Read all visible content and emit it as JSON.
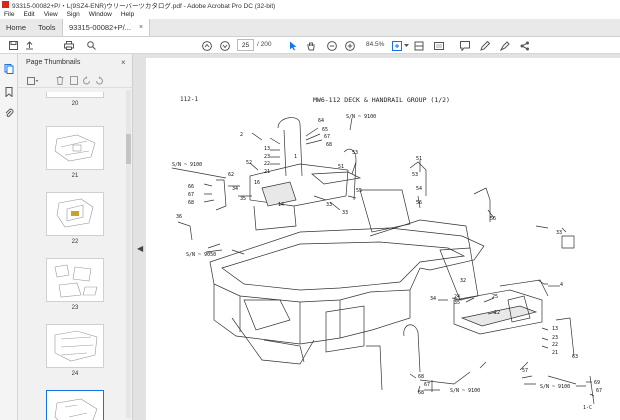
{
  "window": {
    "title": "93315-00082+P/・L(9SZ4-ENR)ウリーバーツカタログ.pdf - Adobe Acrobat Pro DC (32-bit)"
  },
  "menu": [
    "File",
    "Edit",
    "View",
    "Sign",
    "Window",
    "Help"
  ],
  "tabs": {
    "home": "Home",
    "tools": "Tools",
    "document": "93315-00082+P/...",
    "close": "×"
  },
  "toolbar": {
    "page_current": "25",
    "page_total": "/ 200",
    "zoom": "84.5%"
  },
  "thumbnails_panel": {
    "title": "Page Thumbnails",
    "close": "×",
    "pages": [
      "20",
      "21",
      "22",
      "23",
      "24"
    ]
  },
  "document": {
    "page_ref": "112-1",
    "heading": "MW6-112   DECK & HANDRAIL GROUP (1/2)",
    "footer": "1-C",
    "sn_labels": [
      "S/N ~ 9100",
      "S/N ~ 9100",
      "S/N ~ 9050",
      "S/N ~ 9100",
      "S/N ~ 9100"
    ],
    "part_numbers": [
      "2",
      "13",
      "23",
      "22",
      "21",
      "1",
      "64",
      "65",
      "67",
      "68",
      "62",
      "66",
      "67",
      "68",
      "34",
      "35",
      "36",
      "52",
      "16",
      "14",
      "33",
      "33",
      "53",
      "51",
      "55",
      "54",
      "56",
      "51",
      "53",
      "56",
      "34",
      "32",
      "33",
      "35",
      "4",
      "24",
      "25",
      "13",
      "23",
      "22",
      "21",
      "22",
      "63",
      "57",
      "68",
      "67",
      "69",
      "67",
      "68"
    ]
  },
  "icons": {
    "strip": [
      "thumbnails-icon",
      "bookmarks-icon",
      "attachments-icon"
    ],
    "toolbar": [
      "save-icon",
      "upload-icon",
      "print-icon",
      "search-icon",
      "up-icon",
      "down-icon",
      "select-icon",
      "hand-icon",
      "zoom-out-icon",
      "zoom-in-icon",
      "fit-icon",
      "scroll-icon",
      "comment-icon",
      "pen-icon",
      "highlight-icon",
      "share-icon"
    ]
  },
  "colors": {
    "acrobat_red": "#d9261c",
    "accent_blue": "#1473e6"
  }
}
